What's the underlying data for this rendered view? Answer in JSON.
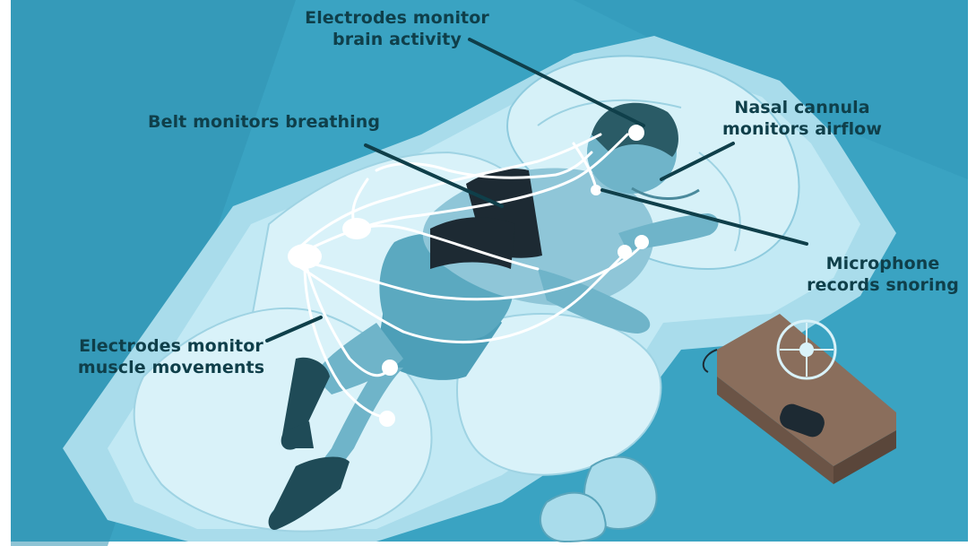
{
  "labels": {
    "brain": {
      "line1": "Electrodes monitor",
      "line2": "brain activity"
    },
    "belt": {
      "line1": "Belt monitors breathing"
    },
    "nasal": {
      "line1": "Nasal cannula",
      "line2": "monitors airflow"
    },
    "microphone": {
      "line1": "Microphone",
      "line2": "records snoring"
    },
    "muscle": {
      "line1": "Electrodes monitor",
      "line2": "muscle movements"
    }
  },
  "colors": {
    "background": "#3aa3c2",
    "label_text": "#0f3f4a",
    "leader_line": "#0f3f4a",
    "bed": "#b9e3f0",
    "wire": "#ffffff",
    "belt": "#1d2a33",
    "recorder": "#8a6e5c"
  }
}
